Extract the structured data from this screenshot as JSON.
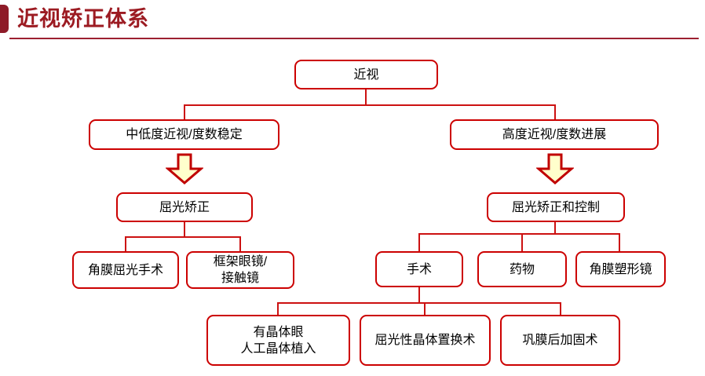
{
  "header": {
    "title": "近视矫正体系",
    "accent_color": "#8E1B28",
    "title_color": "#9C1B22",
    "rule_color": "#9C2030"
  },
  "theme": {
    "node_border": "#CC0000",
    "node_fill": "#FFFFFF",
    "node_text": "#000000",
    "connector": "#CC1111",
    "arrow_fill": "#FFFFCC",
    "arrow_border": "#C00000"
  },
  "diagram": {
    "type": "flowchart",
    "root": {
      "id": "myopia",
      "label": "近视"
    },
    "nodes": [
      {
        "id": "myopia",
        "label": "近视",
        "level": 0
      },
      {
        "id": "low-moderate",
        "label": "中低度近视/度数稳定",
        "level": 1
      },
      {
        "id": "high-progressive",
        "label": "高度近视/度数进展",
        "level": 1
      },
      {
        "id": "refractive-corr",
        "label": "屈光矫正",
        "level": 2
      },
      {
        "id": "corr-and-control",
        "label": "屈光矫正和控制",
        "level": 2
      },
      {
        "id": "corneal-surgery",
        "label": "角膜屈光手术",
        "level": 3
      },
      {
        "id": "glasses-contacts",
        "label": "框架眼镜/\n接触镜",
        "level": 3
      },
      {
        "id": "surgery",
        "label": "手术",
        "level": 3
      },
      {
        "id": "medication",
        "label": "药物",
        "level": 3
      },
      {
        "id": "ortho-k",
        "label": "角膜塑形镜",
        "level": 3
      },
      {
        "id": "phakic-iol",
        "label": "有晶体眼\n人工晶体植入",
        "level": 4
      },
      {
        "id": "rle",
        "label": "屈光性晶体置换术",
        "level": 4
      },
      {
        "id": "scleral-buckling",
        "label": "巩膜后加固术",
        "level": 4
      }
    ],
    "edges": [
      {
        "from": "myopia",
        "to": "low-moderate",
        "kind": "line"
      },
      {
        "from": "myopia",
        "to": "high-progressive",
        "kind": "line"
      },
      {
        "from": "low-moderate",
        "to": "refractive-corr",
        "kind": "block-arrow"
      },
      {
        "from": "high-progressive",
        "to": "corr-and-control",
        "kind": "block-arrow"
      },
      {
        "from": "refractive-corr",
        "to": "corneal-surgery",
        "kind": "line"
      },
      {
        "from": "refractive-corr",
        "to": "glasses-contacts",
        "kind": "line"
      },
      {
        "from": "corr-and-control",
        "to": "surgery",
        "kind": "line"
      },
      {
        "from": "corr-and-control",
        "to": "medication",
        "kind": "line"
      },
      {
        "from": "corr-and-control",
        "to": "ortho-k",
        "kind": "line"
      },
      {
        "from": "surgery",
        "to": "phakic-iol",
        "kind": "line"
      },
      {
        "from": "surgery",
        "to": "rle",
        "kind": "line"
      },
      {
        "from": "surgery",
        "to": "scleral-buckling",
        "kind": "line"
      }
    ]
  }
}
